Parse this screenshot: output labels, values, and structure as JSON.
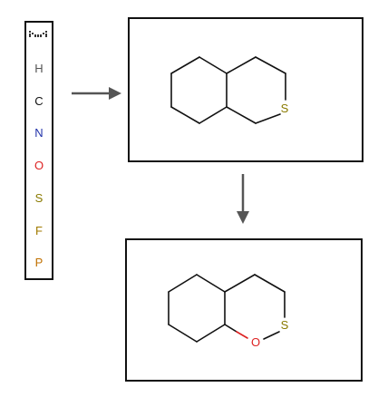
{
  "palette": {
    "icon": "benzene-ring-icon",
    "elements": [
      {
        "symbol": "H",
        "color": "#555555"
      },
      {
        "symbol": "C",
        "color": "#111111"
      },
      {
        "symbol": "N",
        "color": "#2233aa"
      },
      {
        "symbol": "O",
        "color": "#dd2222"
      },
      {
        "symbol": "S",
        "color": "#8a7a00"
      },
      {
        "symbol": "F",
        "color": "#a07a00"
      },
      {
        "symbol": "P",
        "color": "#c07000"
      }
    ]
  },
  "molecule_1": {
    "atoms": {
      "s": "S"
    },
    "bond_color": "#111111",
    "heteroatom_color": "#8a7a00"
  },
  "molecule_2": {
    "atoms": {
      "o": "O",
      "s": "S"
    },
    "o_color": "#dd2222",
    "s_color": "#8a7a00"
  },
  "arrow_color": "#555555"
}
